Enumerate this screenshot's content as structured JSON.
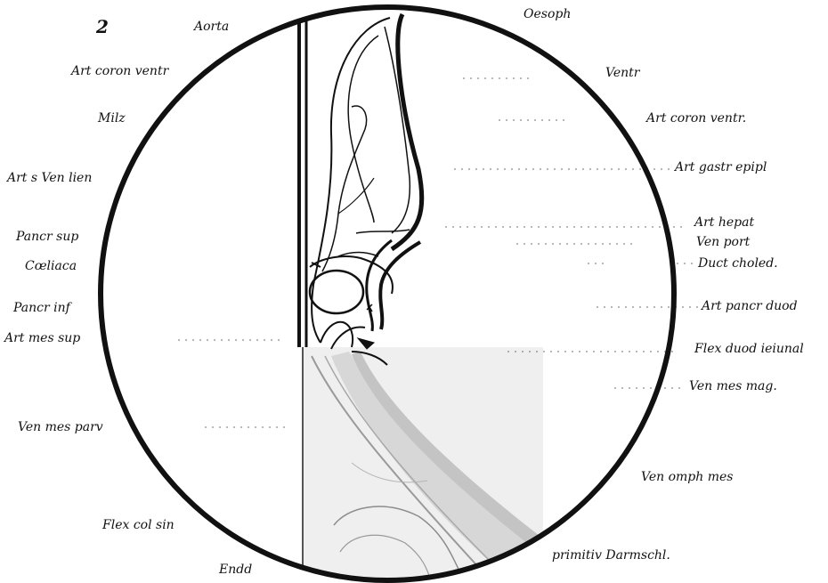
{
  "figure_number": "2",
  "labels_left": {
    "aorta": "Aorta",
    "art_coron_ventr": "Art coron ventr",
    "milz": "Milz",
    "art_ven_lien": "Art s Ven lien",
    "pancr_sup": "Pancr sup",
    "coeliaca": "Cœliaca",
    "pancr_inf": "Pancr inf",
    "art_mes_sup": "Art mes sup",
    "ven_mes_parv": "Ven mes parv",
    "flex_col_sin": "Flex col sin",
    "endd": "Endd"
  },
  "labels_right": {
    "oesoph": "Oesoph",
    "ventr": "Ventr",
    "art_coron_ventr": "Art coron ventr.",
    "art_gastr_epipl": "Art gastr epipl",
    "art_hepat": "Art hepat",
    "ven_port": "Ven port",
    "duct_choled": "Duct choled.",
    "art_pancr_duod": "Art pancr duod",
    "flex_duod_ieiunal": "Flex duod ieiunal",
    "ven_mes_mag": "Ven mes mag.",
    "ven_omph_mes": "Ven omph mes",
    "primitiv_darmschl": "primitiv Darmschl."
  },
  "colors": {
    "ink": "#111111",
    "shade": "#d9d9d9",
    "shade_dark": "#bfbfbf"
  }
}
